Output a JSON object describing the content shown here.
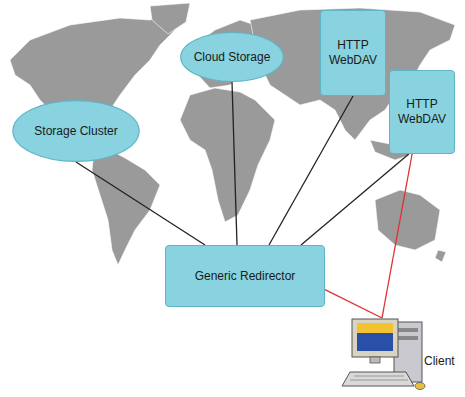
{
  "diagram": {
    "nodes": [
      {
        "text": [
          "Cloud Storage"
        ]
      },
      {
        "text": [
          "HTTP WebDAV"
        ]
      },
      {
        "text": [
          "Storage Cluster"
        ]
      },
      {
        "text": [
          "HTTP WebDAV"
        ]
      },
      {
        "text": [
          "Generic Redirector"
        ]
      },
      {
        "text": [
          "Client"
        ]
      }
    ],
    "edges": [
      {
        "from": 4,
        "to": 2,
        "arrow": "none"
      },
      {
        "from": 4,
        "to": 0,
        "arrow": "none"
      },
      {
        "from": 4,
        "to": 1,
        "arrow": "none"
      },
      {
        "from": 4,
        "to": 3,
        "arrow": "none"
      },
      {
        "from": 4,
        "to": 5,
        "arrow": "none"
      },
      {
        "from": 3,
        "to": 5,
        "arrow": "none"
      }
    ]
  }
}
